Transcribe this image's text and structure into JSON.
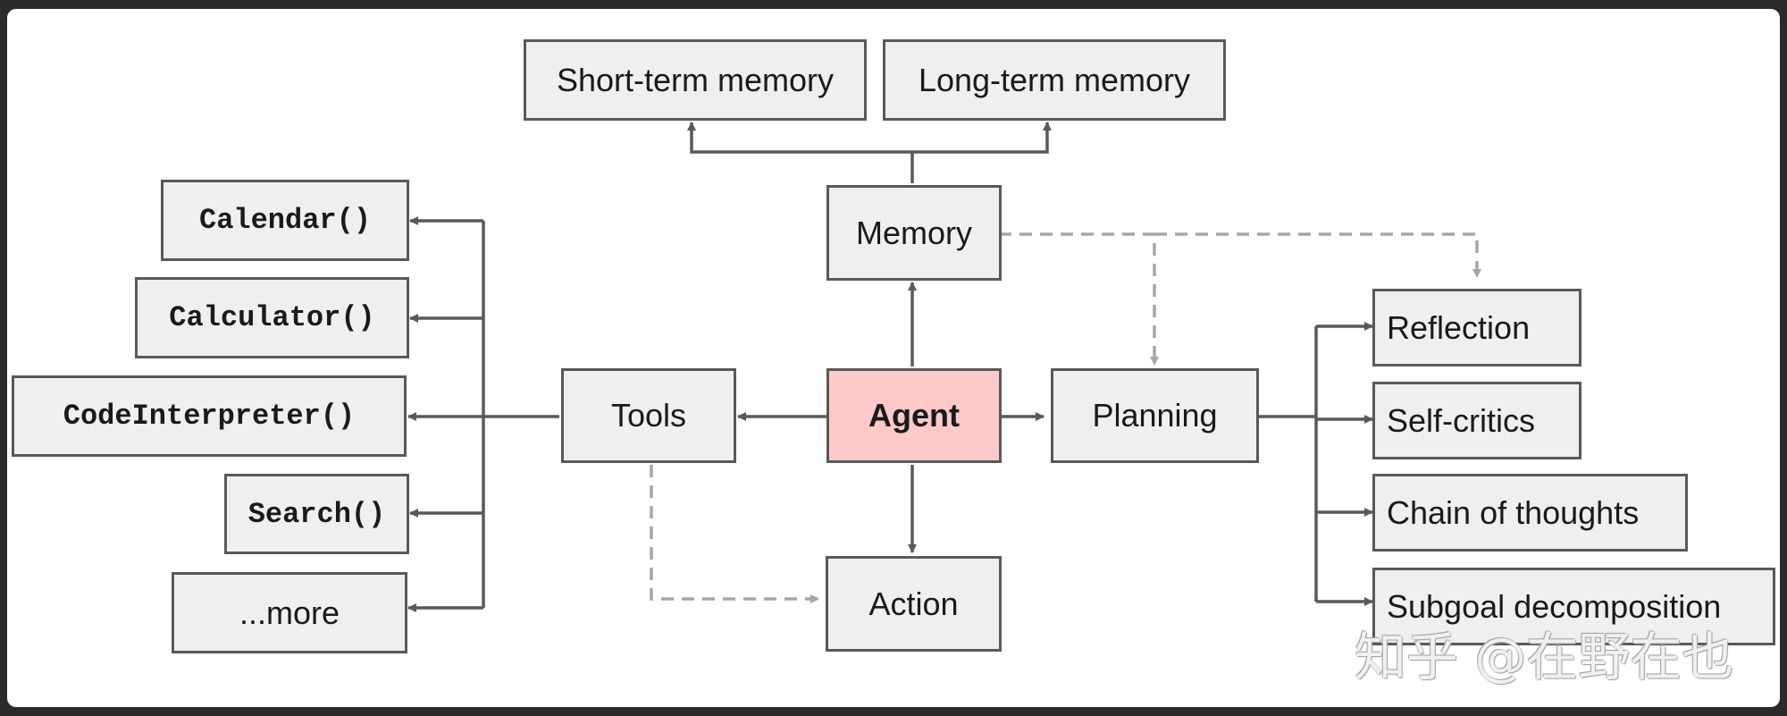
{
  "nodes": {
    "agent": "Agent",
    "memory": "Memory",
    "short_term_memory": "Short-term memory",
    "long_term_memory": "Long-term memory",
    "tools": "Tools",
    "action": "Action",
    "planning": "Planning",
    "tool_items": [
      "Calendar()",
      "Calculator()",
      "CodeInterpreter()",
      "Search()",
      "...more"
    ],
    "planning_items": [
      "Reflection",
      "Self-critics",
      "Chain of thoughts",
      "Subgoal decomposition"
    ]
  },
  "colors": {
    "agent_fill": "#ffc9c9",
    "box_fill": "#efefef",
    "box_border": "#595959",
    "arrow": "#595959",
    "dashed_arrow": "#a6a6a6"
  },
  "watermark": "知乎 @在野在也"
}
